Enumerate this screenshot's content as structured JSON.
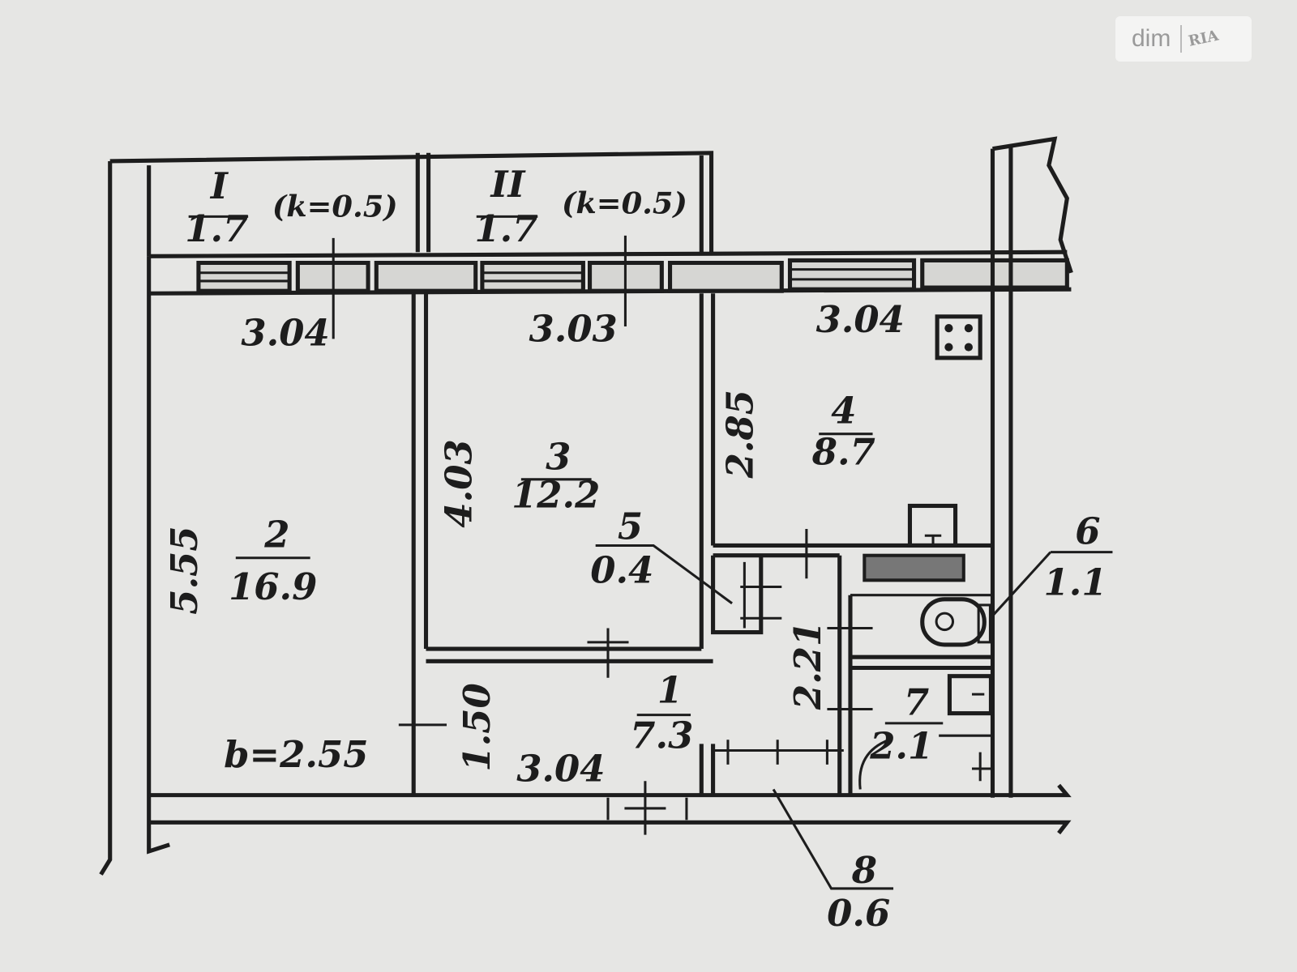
{
  "watermark": {
    "brand": "dim",
    "logo": "RIA"
  },
  "balconies": [
    {
      "number": "I",
      "area": "1.7",
      "coef": "(k=0.5)"
    },
    {
      "number": "II",
      "area": "1.7",
      "coef": "(k=0.5)"
    }
  ],
  "rooms": [
    {
      "number": "2",
      "area": "16.9"
    },
    {
      "number": "3",
      "area": "12.2"
    },
    {
      "number": "4",
      "area": "8.7"
    },
    {
      "number": "5",
      "area": "0.4"
    },
    {
      "number": "6",
      "area": "1.1"
    },
    {
      "number": "1",
      "area": "7.3"
    },
    {
      "number": "7",
      "area": "2.1"
    },
    {
      "number": "8",
      "area": "0.6"
    }
  ],
  "dimensions": {
    "room2_width": "3.04",
    "room3_width": "3.03",
    "kitchen_width": "3.04",
    "kitchen_depth": "2.85",
    "room3_depth": "4.03",
    "room2_depth": "5.55",
    "hall_depth": "1.50",
    "hall_width": "3.04",
    "bath_depth": "2.21",
    "ceiling_height": "b=2.55"
  }
}
